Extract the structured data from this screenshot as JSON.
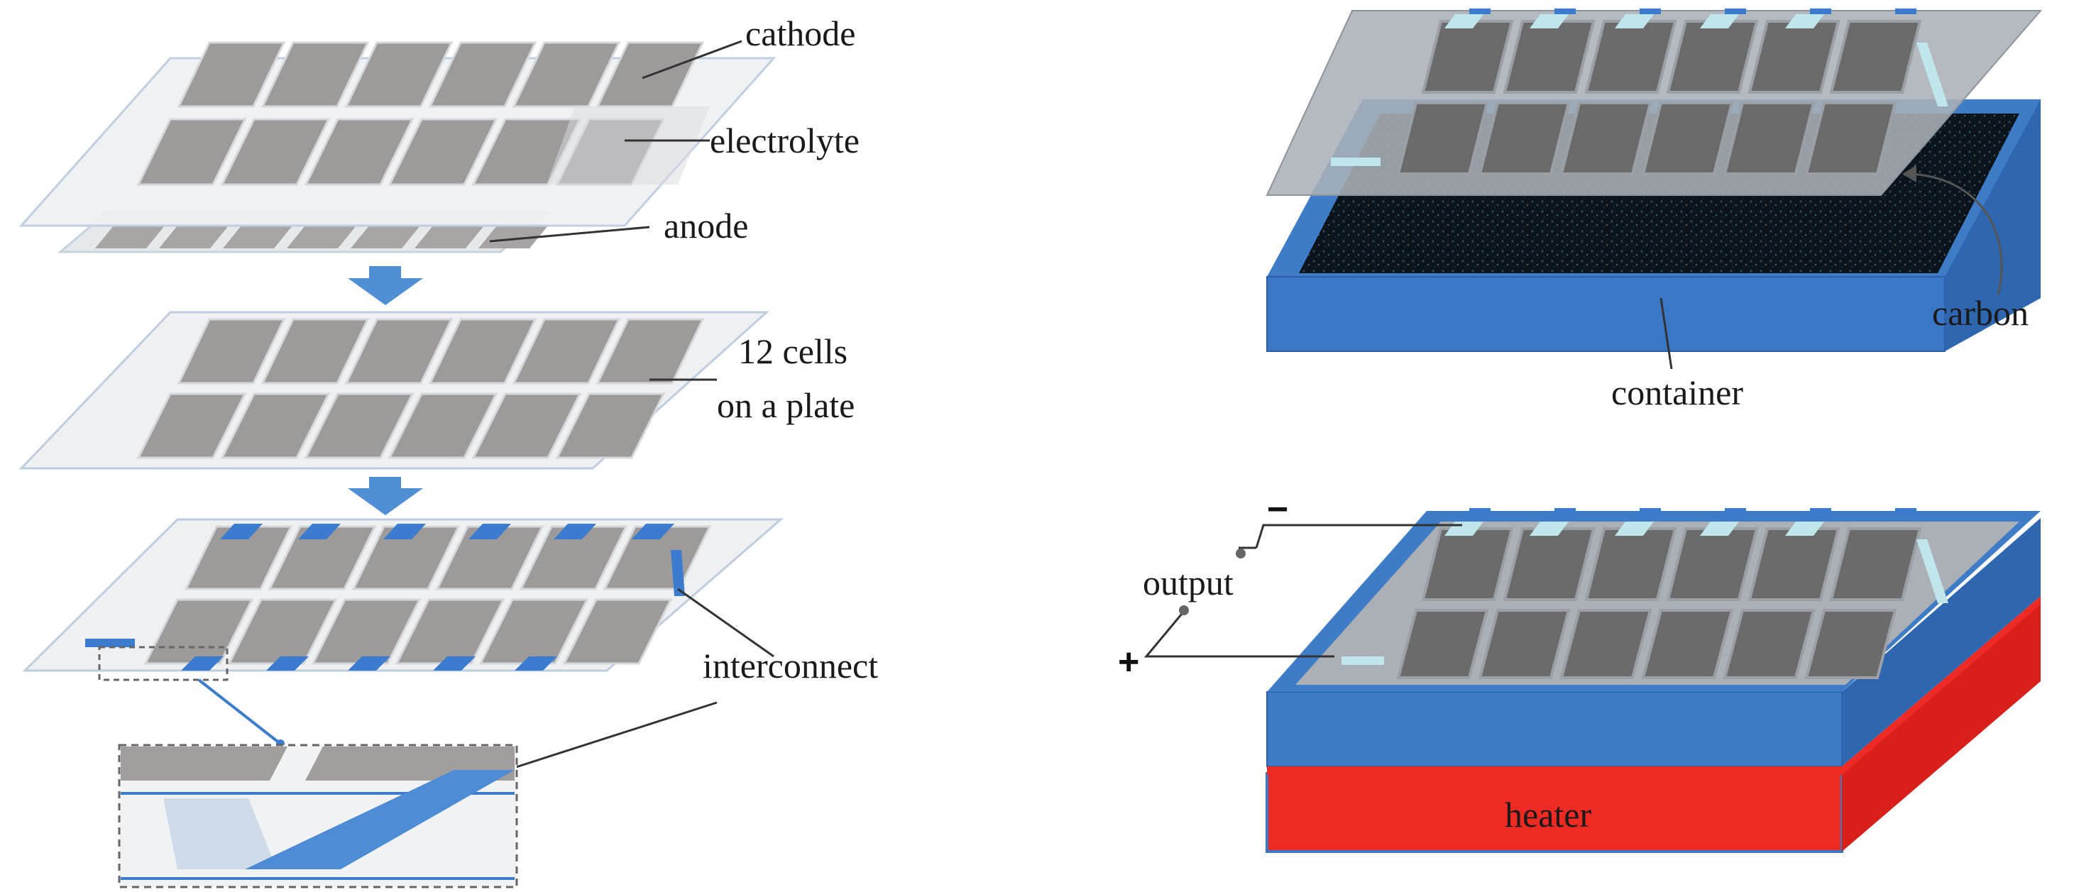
{
  "labels": {
    "cathode": "cathode",
    "electrolyte": "electrolyte",
    "anode": "anode",
    "cells_line1": "12 cells",
    "cells_line2": "on a plate",
    "interconnect": "interconnect",
    "carbon": "carbon",
    "container": "container",
    "output": "output",
    "minus": "−",
    "plus": "+",
    "heater": "heater"
  },
  "colors": {
    "cell_gray": "#9c9898",
    "plate": "#e9ecef",
    "plate_edge": "#b9c9dd",
    "arrow_blue": "#4f8fd6",
    "connector_blue": "#3b7ccf",
    "container_blue": "#3e7cc8",
    "carbon_black": "#101820",
    "heater_red": "#ee2a24",
    "dark_cell": "#6b6b6b",
    "light_tab": "#bfe6ea"
  },
  "icons": [
    "down-arrow-icon",
    "down-arrow-icon"
  ]
}
